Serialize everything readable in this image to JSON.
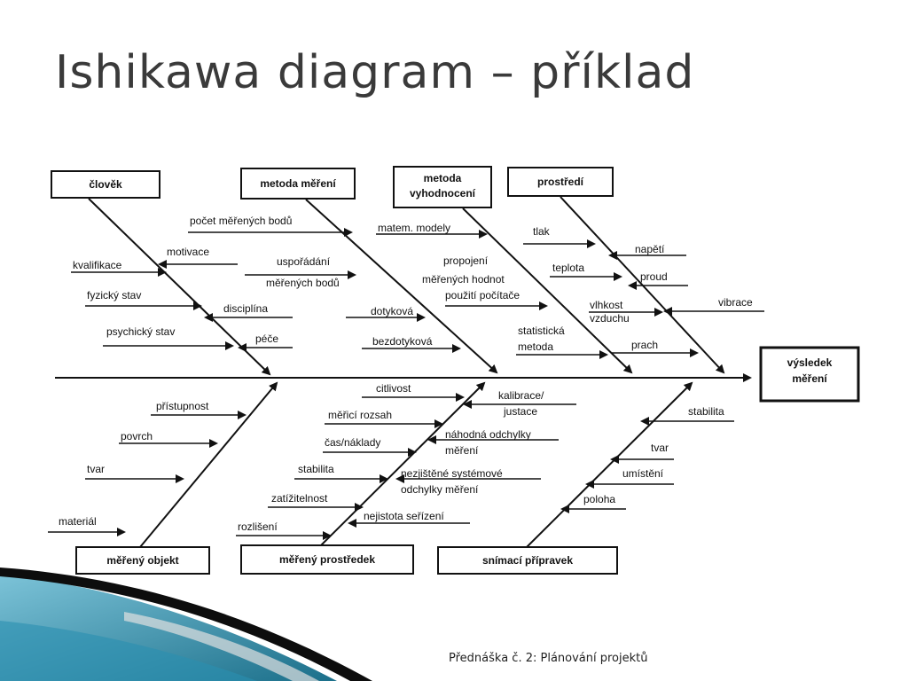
{
  "slide": {
    "title": "Ishikawa diagram – příklad",
    "footer": "Přednáška č. 2: Plánování projektů"
  },
  "colors": {
    "accent_dark": "#1b6f8a",
    "accent_light": "#7cc3d8"
  },
  "effect": {
    "line1": "výsledek",
    "line2": "měření"
  },
  "categories": {
    "clovek": {
      "label": "člověk",
      "causes": [
        "počet měřených bodů",
        "motivace",
        "kvalifikace",
        "fyzický stav",
        "disciplína",
        "psychický stav",
        "péče"
      ]
    },
    "metoda_mereni": {
      "label": "metoda měření",
      "causes": [
        "uspořádání",
        "měřených bodů",
        "dotyková",
        "bezdotyková"
      ]
    },
    "metoda_vyhodnoceni": {
      "line1": "metoda",
      "line2": "vyhodnocení",
      "causes": [
        "matem. modely",
        "propojení",
        "měřených hodnot",
        "použití počítače",
        "statistická",
        "metoda"
      ]
    },
    "prostredi": {
      "label": "prostředí",
      "causes": [
        "tlak",
        "napětí",
        "teplota",
        "proud",
        "vlhkost",
        "vzduchu",
        "vibrace",
        "prach"
      ]
    },
    "mereny_objekt": {
      "label": "měřený objekt",
      "causes": [
        "přístupnost",
        "povrch",
        "tvar",
        "materiál"
      ]
    },
    "mereny_prostredek": {
      "label": "měřený prostředek",
      "causes": [
        "citlivost",
        "měřicí rozsah",
        "čas/náklady",
        "stabilita",
        "zatížitelnost",
        "rozlišení"
      ]
    },
    "mereny_prostredek_right": {
      "causes": [
        "kalibrace/",
        "justace",
        "náhodná odchylky",
        "měření",
        "nezjištěné systémové",
        "odchylky měření",
        "nejistota seřízení"
      ]
    },
    "snimaci_pripravek": {
      "label": "snímací přípravek",
      "causes": [
        "stabilita",
        "tvar",
        "umístění",
        "poloha"
      ]
    }
  }
}
